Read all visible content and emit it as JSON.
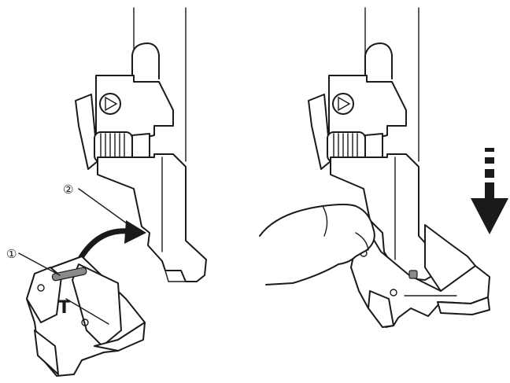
{
  "callouts": [
    {
      "number": "1",
      "symbol": "①"
    },
    {
      "number": "2",
      "symbol": "②"
    }
  ],
  "foot_letter": "T",
  "colors": {
    "line": "#1a1a1a",
    "pin": "#8a8a8a",
    "background": "#ffffff"
  },
  "icons": [
    "presser-foot-holder-icon",
    "presser-foot-icon",
    "finger-icon",
    "curved-arrow-icon",
    "down-arrow-icon"
  ]
}
